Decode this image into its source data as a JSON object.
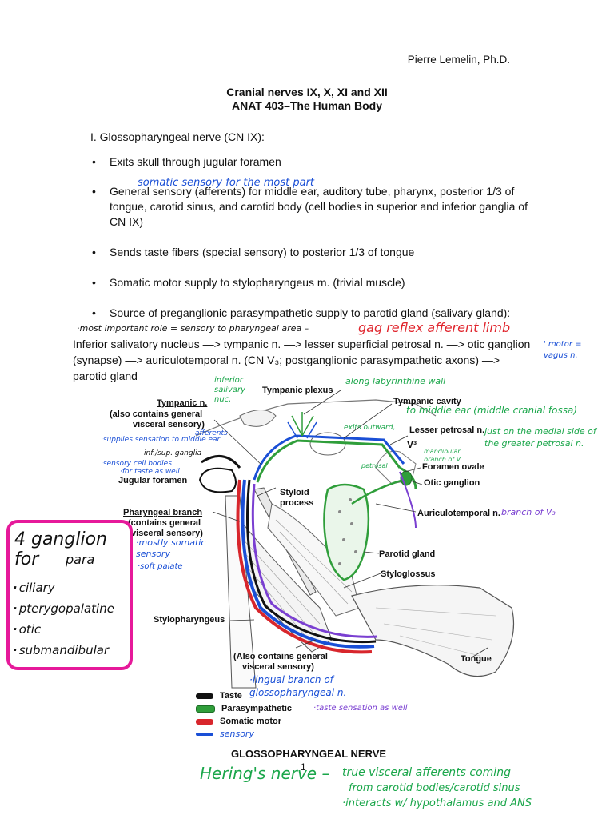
{
  "header": {
    "author": "Pierre Lemelin, Ph.D.",
    "title_line1": "Cranial nerves IX, X, XI and XII",
    "title_line2": "ANAT 403–The Human Body"
  },
  "section": {
    "prefix": "I. ",
    "name": "Glossopharyngeal nerve",
    "suffix": " (CN IX):"
  },
  "bullets": [
    "Exits skull through jugular foramen",
    "General sensory (afferents) for middle ear, auditory tube, pharynx, posterior 1/3 of tongue, carotid sinus, and carotid body (cell bodies in superior and inferior ganglia of CN IX)",
    "Sends taste fibers (special sensory) to posterior 1/3 of tongue",
    "Somatic motor supply to stylopharyngeus m. (trivial muscle)",
    "Source of preganglionic parasympathetic supply to parotid gland (salivary gland):"
  ],
  "pathway_text": "Inferior salivatory nucleus —> tympanic n. —> lesser superficial petrosal n. —> otic ganglion (synapse) —> auriculotemporal n. (CN V₃; postganglionic parasympathetic axons) —> parotid gland",
  "handwritten": {
    "somatic_sensory": "somatic sensory for the most part",
    "most_important_black": "·most important role = sensory to pharyngeal area –",
    "gag_reflex": "gag reflex afferent limb",
    "motor_vagus": "' motor = vagus n.",
    "inferior_salivary": "inferior salivary nuc.",
    "along_labyrinthine": "along labyrinthine wall",
    "middle_cranial_fossa": "to middle ear (middle cranial fossa)",
    "medial_side": "just on the medial side of the greater petrosal n.",
    "afferents": "afferents",
    "supplies_sensation": "·supplies sensation to middle ear",
    "inf_sup_ganglia": "inf./sup. ganglia",
    "sensory_cell_bodies": "·sensory cell bodies",
    "for_taste": "·for taste as well",
    "mandibular_branch": "mandibular branch of V",
    "branch_of_v3": "– branch of V₃",
    "mostly_somatic": "·mostly somatic sensory",
    "soft_palate": "·soft palate",
    "lingual_branch": "·lingual branch of glossopharyngeal n.",
    "taste_sensation": "·taste sensation as well",
    "sensory_legend": "sensory",
    "herings_nerve": "Hering's nerve –",
    "true_visceral": "true visceral afferents coming",
    "from_carotid": "from carotid bodies/carotid sinus",
    "interacts": "·interacts w/ hypothalamus and ANS",
    "exits_outward": "exits outward,",
    "petrosal_small": "petrosal"
  },
  "pink_box": {
    "heading": "4 ganglion for",
    "heading2": "para",
    "items": [
      "ciliary",
      "pterygopalatine",
      "otic",
      "submandibular"
    ]
  },
  "diagram_labels": {
    "tympanic_plexus": "Tympanic plexus",
    "tympanic_cavity": "Tympanic cavity",
    "tympanic_n": "Tympanic n.",
    "also_contains_1": "(also contains general",
    "also_contains_2": "visceral sensory)",
    "lesser_petrosal": "Lesser petrosal n.",
    "v3": "V³",
    "foramen_ovale": "Foramen ovale",
    "otic_ganglion": "Otic ganglion",
    "jugular_foramen": "Jugular foramen",
    "styloid_1": "Styloid",
    "styloid_2": "process",
    "pharyngeal_branch": "Pharyngeal branch",
    "pharyngeal_contains_1": "(contains general",
    "pharyngeal_contains_2": "visceral sensory)",
    "auriculotemporal": "Auriculotemporal n.",
    "parotid": "Parotid gland",
    "styloglossus": "Styloglossus",
    "stylopharyngeus": "Stylopharyngeus",
    "also_bottom_1": "(Also contains general",
    "also_bottom_2": "visceral sensory)",
    "tongue": "Tongue"
  },
  "legend": [
    {
      "label": "Taste",
      "color": "#111111"
    },
    {
      "label": "Parasympathetic",
      "color": "#2f9e3a"
    },
    {
      "label": "Somatic motor",
      "color": "#d8262c"
    }
  ],
  "diagram_title": "GLOSSOPHARYNGEAL NERVE",
  "page_number": "1",
  "colors": {
    "taste": "#111111",
    "parasympathetic": "#2f9e3a",
    "motor": "#d8262c",
    "sensory": "#1a4fd6",
    "visceral": "#7a3fd1",
    "pink": "#e6199a"
  }
}
